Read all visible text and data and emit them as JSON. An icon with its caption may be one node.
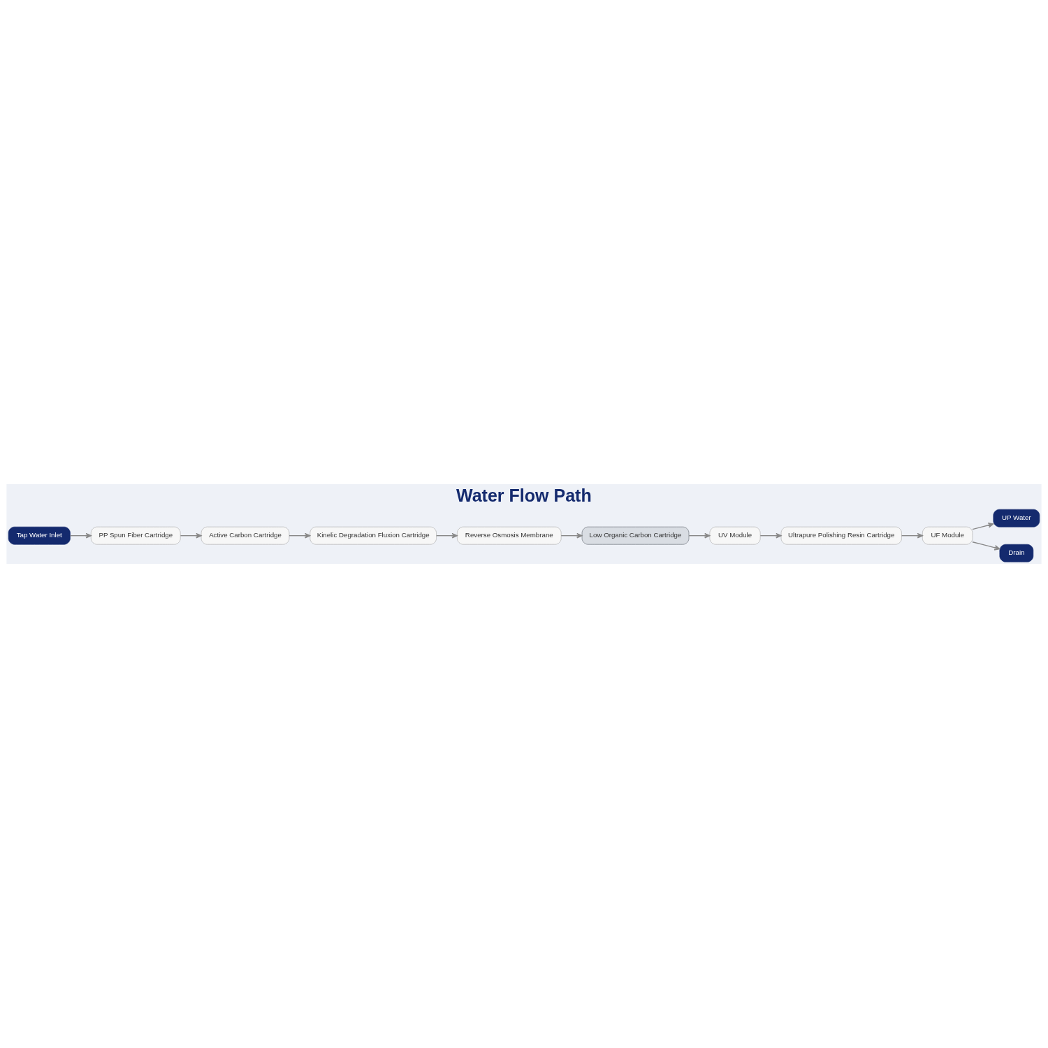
{
  "diagram": {
    "title": "Water Flow Path",
    "nodes": [
      {
        "text": [
          "Tap Water Inlet"
        ]
      },
      {
        "text": [
          "PP Spun Fiber Cartridge"
        ]
      },
      {
        "text": [
          "Active Carbon Cartridge"
        ]
      },
      {
        "text": [
          "Kinelic Degradation Fluxion Cartridge"
        ]
      },
      {
        "text": [
          "Reverse Osmosis Membrane"
        ]
      },
      {
        "text": [
          "Low Organic Carbon Cartridge"
        ]
      },
      {
        "text": [
          "UV Module"
        ]
      },
      {
        "text": [
          "Ultrapure Polishing Resin Cartridge"
        ]
      },
      {
        "text": [
          "UF Module"
        ]
      },
      {
        "text": [
          "UP Water"
        ]
      },
      {
        "text": [
          "Drain"
        ]
      }
    ],
    "edges": [
      {
        "from": 0,
        "to": 1,
        "arrow": "to"
      },
      {
        "from": 1,
        "to": 2,
        "arrow": "to"
      },
      {
        "from": 2,
        "to": 3,
        "arrow": "to"
      },
      {
        "from": 3,
        "to": 4,
        "arrow": "to"
      },
      {
        "from": 4,
        "to": 5,
        "arrow": "to"
      },
      {
        "from": 5,
        "to": 6,
        "arrow": "to"
      },
      {
        "from": 6,
        "to": 7,
        "arrow": "to"
      },
      {
        "from": 7,
        "to": 8,
        "arrow": "to"
      },
      {
        "from": 8,
        "to": 9,
        "arrow": "to"
      },
      {
        "from": 8,
        "to": 10,
        "arrow": "to"
      }
    ]
  }
}
